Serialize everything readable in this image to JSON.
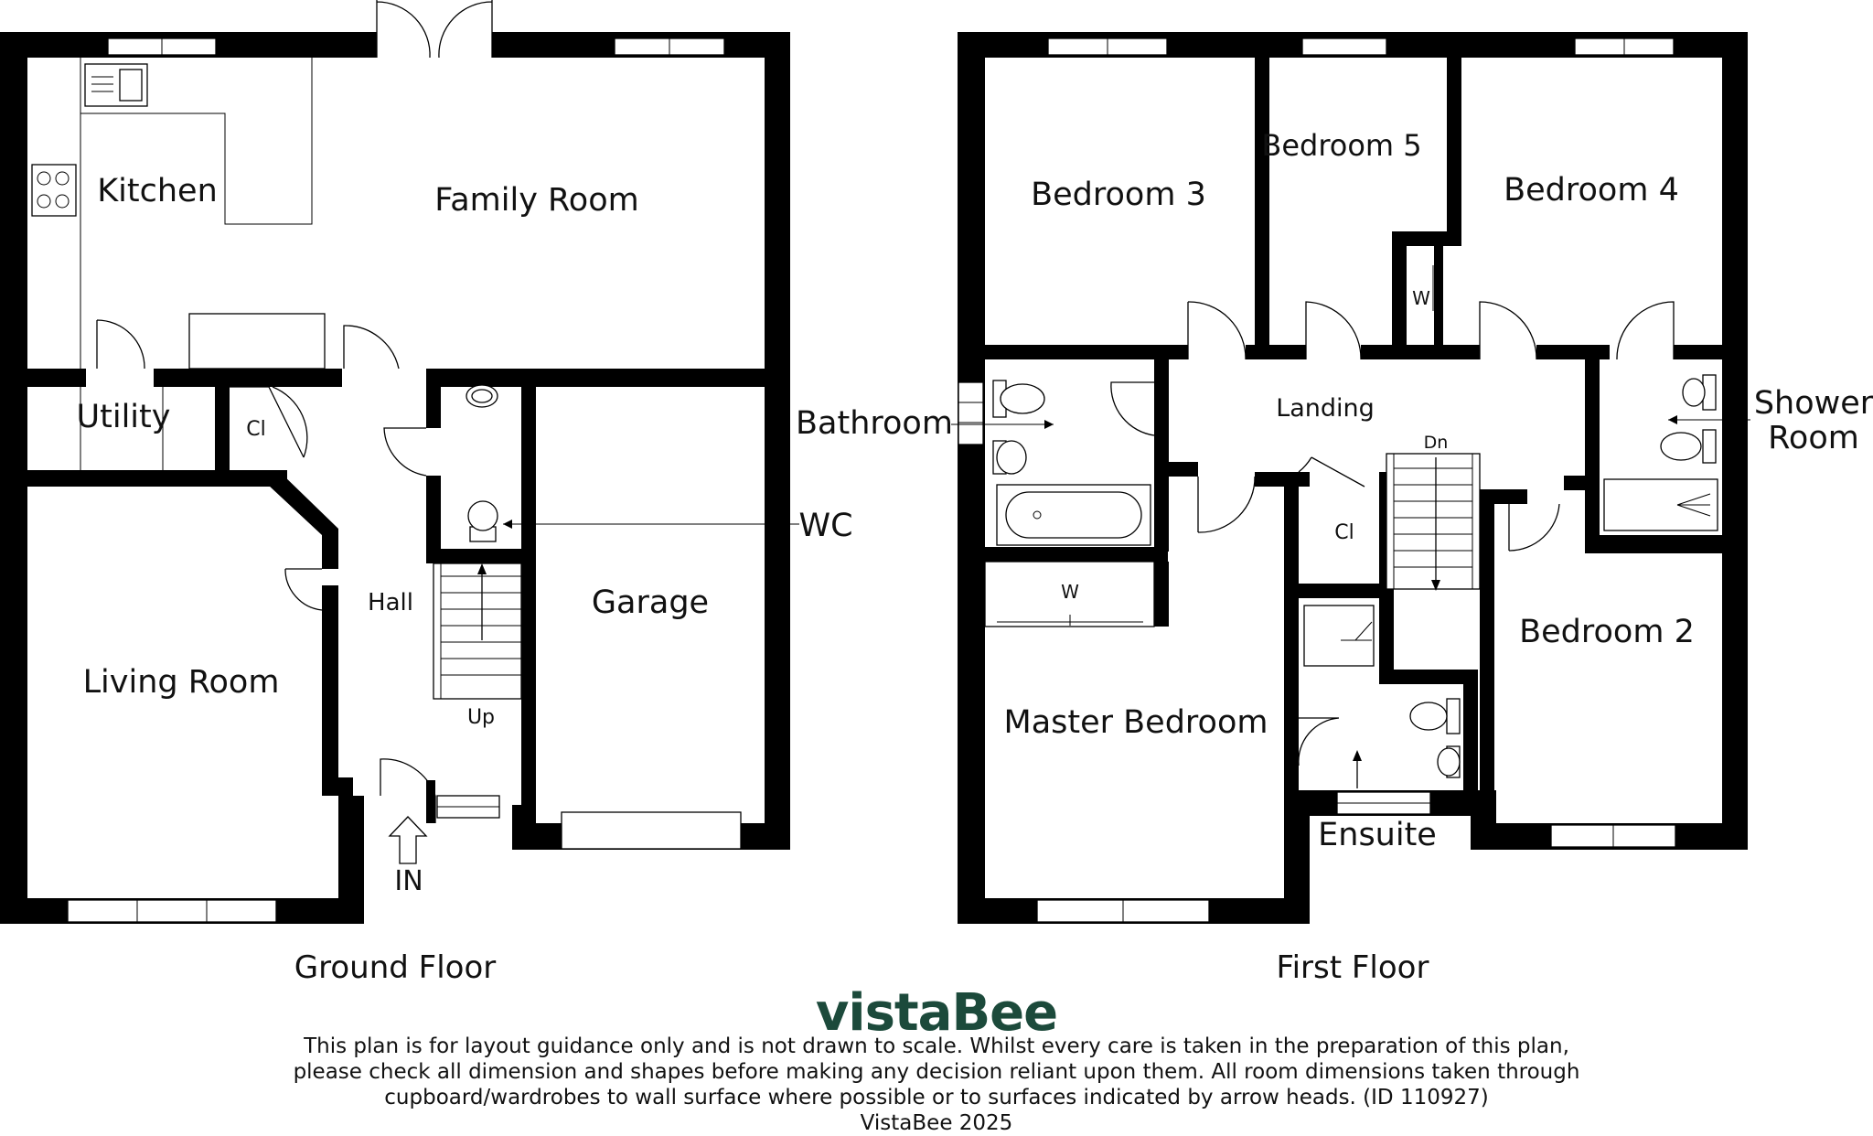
{
  "ground_floor": {
    "title": "Ground Floor",
    "rooms": {
      "kitchen": "Kitchen",
      "family_room": "Family Room",
      "utility": "Utility",
      "cloak": "Cl",
      "hall": "Hall",
      "living_room": "Living Room",
      "garage": "Garage",
      "wc": "WC",
      "up": "Up",
      "entrance": "IN"
    }
  },
  "first_floor": {
    "title": "First Floor",
    "rooms": {
      "bedroom3": "Bedroom 3",
      "bedroom5": "Bedroom 5",
      "bedroom4": "Bedroom 4",
      "wardrobe_small": "W",
      "landing": "Landing",
      "bathroom": "Bathroom",
      "shower_room_line1": "Shower",
      "shower_room_line2": "Room",
      "dn": "Dn",
      "cloak": "Cl",
      "wardrobe_master": "W",
      "master_bedroom": "Master Bedroom",
      "bedroom2": "Bedroom 2",
      "ensuite": "Ensuite"
    }
  },
  "brand": {
    "logo": "vistaBee",
    "color": "#1c4a3b"
  },
  "disclaimer": {
    "line1": "This plan is for layout guidance only and is not drawn to scale. Whilst every care is taken in the preparation of this plan,",
    "line2": "please check all dimension and shapes before making any decision reliant upon them. All room dimensions taken through",
    "line3": "cupboard/wardrobes to wall surface where possible or to surfaces indicated by arrow heads. (ID 110927)",
    "line4": "VistaBee 2025"
  }
}
